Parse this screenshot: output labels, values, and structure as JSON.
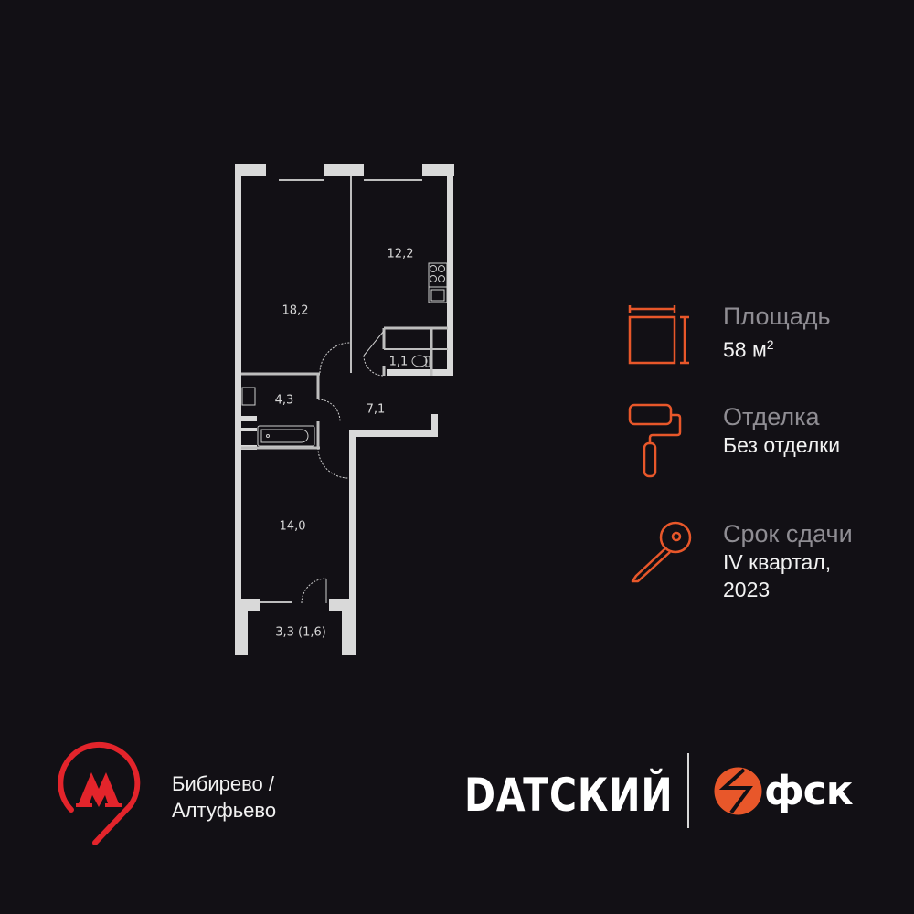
{
  "floor_plan": {
    "rooms": [
      {
        "id": "room-1",
        "area": "18,2"
      },
      {
        "id": "kitchen",
        "area": "12,2"
      },
      {
        "id": "wc",
        "area": "1,1"
      },
      {
        "id": "bathroom",
        "area": "4,3"
      },
      {
        "id": "hall",
        "area": "7,1"
      },
      {
        "id": "room-2",
        "area": "14,0"
      },
      {
        "id": "balcony",
        "area": "3,3 (1,6)"
      }
    ]
  },
  "info": {
    "area": {
      "label": "Площадь",
      "value": "58 м",
      "unit_sup": "2",
      "icon": "area-icon"
    },
    "finish": {
      "label": "Отделка",
      "value": "Без отделки",
      "icon": "paint-roller-icon"
    },
    "deadline": {
      "label": "Срок сдачи",
      "value_line1": "IV квартал,",
      "value_line2": "2023",
      "icon": "key-icon"
    }
  },
  "metro": {
    "icon": "metro-pin-icon",
    "line1": "Бибирево /",
    "line2": "Алтуфьево"
  },
  "branding": {
    "project_name": "DATСКИЙ",
    "developer_name": "фск",
    "developer_logo_icon": "fsk-logo-icon"
  },
  "colors": {
    "background": "#121015",
    "accent": "#e8572a",
    "metro_red": "#e3242b",
    "wall": "#d9d9d9",
    "label_gray": "#8f8d93"
  }
}
